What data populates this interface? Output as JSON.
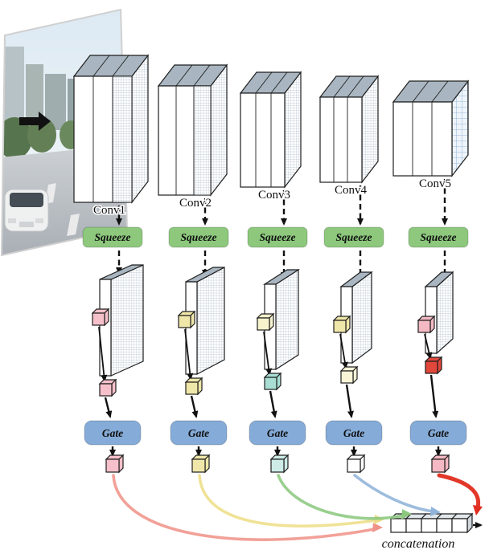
{
  "diagram": {
    "columns": [
      {
        "conv_label": "Conv1",
        "squeeze_label": "Squeeze",
        "gate_label": "Gate",
        "mid_cube_color": "#f6c0ca",
        "bottom_cube_color": "#f6c0ca",
        "output_cube_color": "#f6c0ca",
        "arrow_color": "#f0948a"
      },
      {
        "conv_label": "Conv2",
        "squeeze_label": "Squeeze",
        "gate_label": "Gate",
        "mid_cube_color": "#efe7a9",
        "bottom_cube_color": "#efe7a9",
        "output_cube_color": "#efe7a9",
        "arrow_color": "#eede87"
      },
      {
        "conv_label": "Conv3",
        "squeeze_label": "Squeeze",
        "gate_label": "Gate",
        "mid_cube_color": "#f7f3cd",
        "bottom_cube_color": "#a9ded4",
        "output_cube_color": "#cdece8",
        "arrow_color": "#8cc87f"
      },
      {
        "conv_label": "Conv4",
        "squeeze_label": "Squeeze",
        "gate_label": "Gate",
        "mid_cube_color": "#efe7a9",
        "bottom_cube_color": "#fbf5d8",
        "output_cube_color": "#ffffff",
        "arrow_color": "#8fb3d9"
      },
      {
        "conv_label": "Conv5",
        "squeeze_label": "Squeeze",
        "gate_label": "Gate",
        "mid_cube_color": "#f5b9c3",
        "bottom_cube_color": "#e2473c",
        "output_cube_color": "#f5b9c3",
        "arrow_color": "#e02d1f"
      }
    ],
    "concatenation_label": "concatenation",
    "colors": {
      "squeeze_bg": "#8dc87d",
      "gate_bg": "#85abd8",
      "slab_top": "#a9b6c1"
    }
  }
}
